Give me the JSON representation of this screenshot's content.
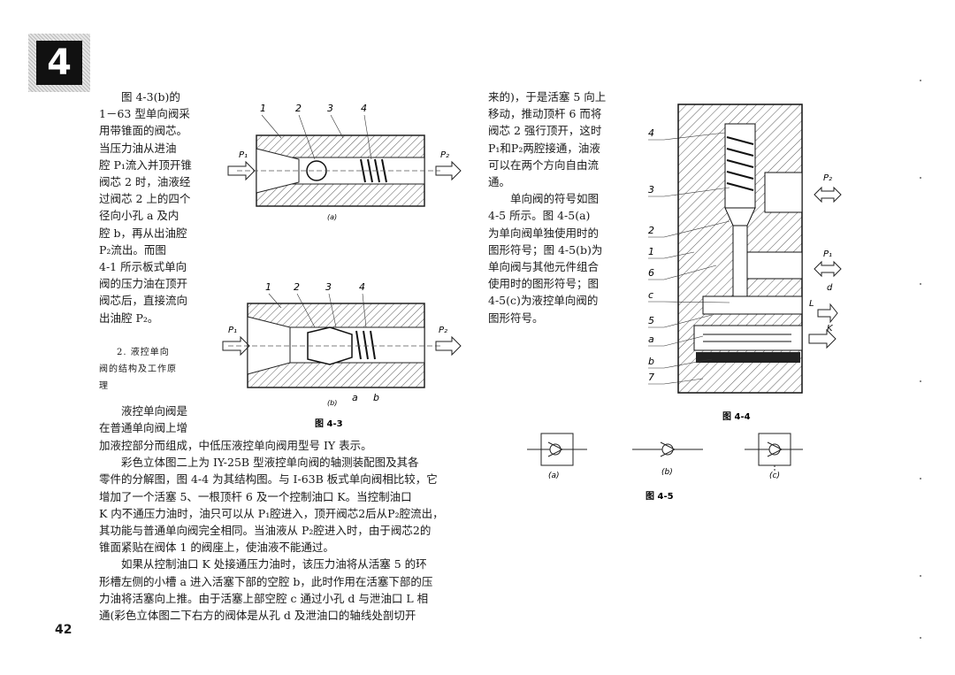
{
  "chapter_number": "4",
  "page_number": "42",
  "left_column_lines": [
    "图 4-3(b)的",
    "1－63 型单向阀采",
    "用带锥面的阀芯。",
    "当压力油从进油",
    "腔 P₁流入并顶开锥",
    "阀芯 2 时，油液经",
    "过阀芯 2 上的四个",
    "径向小孔 a 及内",
    "腔 b，再从出油腔",
    "P₂流出。而图",
    "4-1 所示板式单向",
    "阀的压力油在顶开",
    "阀芯后，直接流向",
    "出油腔 P₂。"
  ],
  "section_heading": [
    "2. 液控单向",
    "阀的结构及工作原",
    "理"
  ],
  "left_para2_lines": [
    "液控单向阀是",
    "在普通单向阀上增"
  ],
  "bottom_text_lines": [
    "加液控部分而组成，中低压液控单向阀用型号 IY 表示。",
    "彩色立体图二上为 IY-25B 型液控单向阀的轴测装配图及其各",
    "零件的分解图，图 4-4 为其结构图。与 I-63B 板式单向阀相比较，它",
    "增加了一个活塞 5、一根顶杆 6 及一个控制油口 K。当控制油口",
    "K 内不通压力油时，油只可以从 P₁腔进入，顶开阀芯2后从P₂腔流出，",
    "其功能与普通单向阀完全相同。当油液从 P₂腔进入时，由于阀芯2的",
    "锥面紧贴在阀体 1 的阀座上，使油液不能通过。",
    "如果从控制油口 K 处接通压力油时，该压力油将从活塞 5 的环",
    "形槽左侧的小槽 a 进入活塞下部的空腔 b，此时作用在活塞下部的压",
    "力油将活塞向上推。由于活塞上部空腔 c 通过小孔 d 与泄油口 L 相",
    "通(彩色立体图二下右方的阀体是从孔 d 及泄油口的轴线处剖切开"
  ],
  "right_column_lines": [
    "来的)，于是活塞 5 向上",
    "移动，推动顶杆 6 而将",
    "阀芯 2 强行顶开，这时",
    "P₁和P₂两腔接通，油液",
    "可以在两个方向自由流",
    "通。",
    "单向阀的符号如图",
    "4-5 所示。图 4-5(a)",
    "为单向阀单独使用时的",
    "图形符号；图 4-5(b)为",
    "单向阀与其他元件组合",
    "使用时的图形符号；图",
    "4-5(c)为液控单向阀的",
    "图形符号。"
  ],
  "fig43": {
    "caption": "图 4-3",
    "top_labels": [
      "1",
      "2",
      "3",
      "4"
    ],
    "top_sub": "(a)",
    "bottom_labels": [
      "1",
      "2",
      "3",
      "4"
    ],
    "bottom_sub": "(b)",
    "p1": "P₁",
    "p2": "P₂",
    "a": "a",
    "b": "b"
  },
  "fig44": {
    "caption": "图 4-4",
    "labels": [
      "4",
      "3",
      "2",
      "1",
      "6",
      "c",
      "5",
      "a",
      "b",
      "7"
    ],
    "right_labels": [
      "P₂",
      "P₁",
      "d",
      "L",
      "K"
    ]
  },
  "fig45": {
    "caption": "图 4-5",
    "subs": [
      "(a)",
      "(b)",
      "(c)"
    ]
  }
}
